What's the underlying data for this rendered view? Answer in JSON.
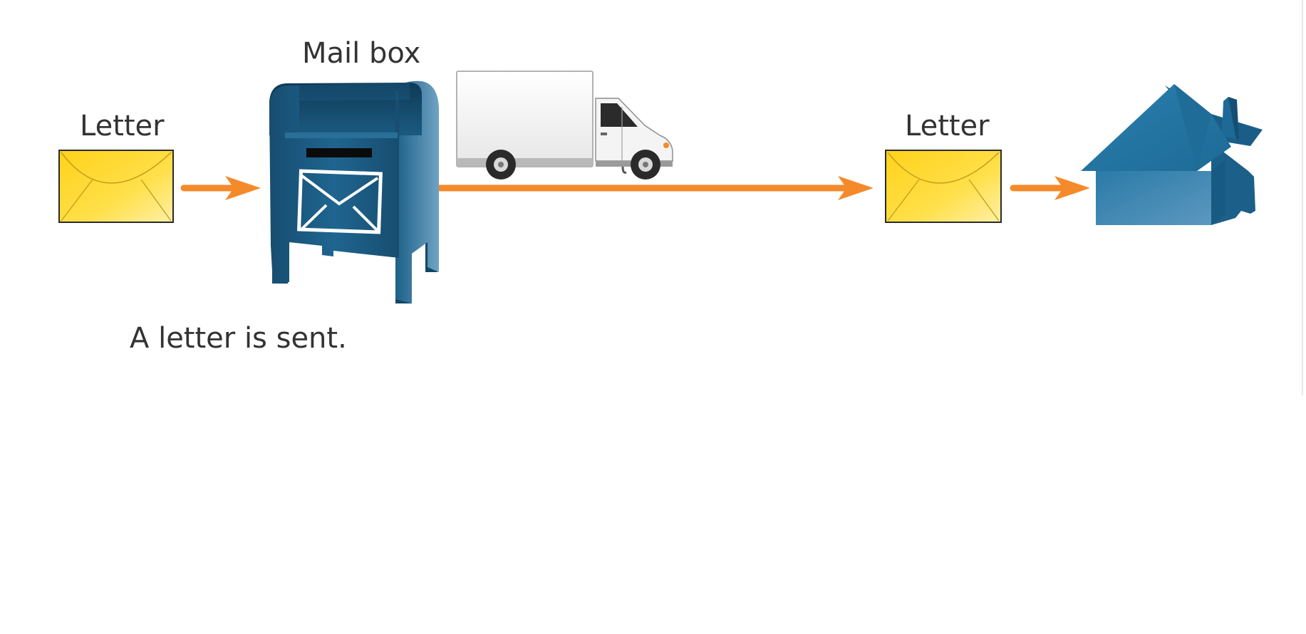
{
  "labels": {
    "letter_left": "Letter",
    "mailbox": "Mail box",
    "letter_right": "Letter",
    "caption": "A letter is sent."
  },
  "colors": {
    "arrow": "#f58a2a",
    "envelope_fill": "#ffd21a",
    "mailbox": "#1e5f87",
    "house": "#2576a3",
    "text": "#333333"
  },
  "icons": [
    "envelope-icon",
    "mailbox-icon",
    "delivery-truck-icon",
    "envelope-icon",
    "house-icon"
  ]
}
